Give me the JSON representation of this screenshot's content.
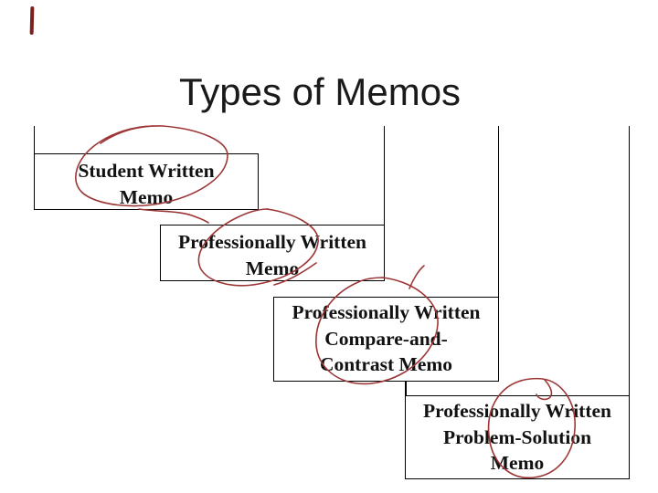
{
  "slide": {
    "title": "Types of Memos",
    "boxes": [
      {
        "id": "student-written-memo",
        "lines": [
          "Student Written",
          "Memo"
        ]
      },
      {
        "id": "professionally-written-memo",
        "lines": [
          "Professionally Written",
          "Memo"
        ]
      },
      {
        "id": "compare-and-contrast-memo",
        "lines": [
          "Professionally Written",
          "Compare-and-",
          "Contrast Memo"
        ]
      },
      {
        "id": "problem-solution-memo",
        "lines": [
          "Professionally Written",
          "Problem-Solution",
          "Memo"
        ]
      }
    ],
    "annotation_circles": 4,
    "colors": {
      "background": "#ffffff",
      "line": "#000000",
      "text": "#121212",
      "title_text": "#1a1a1a",
      "annotation": "#9c3636",
      "corner_mark": "#7b1f1f"
    }
  }
}
